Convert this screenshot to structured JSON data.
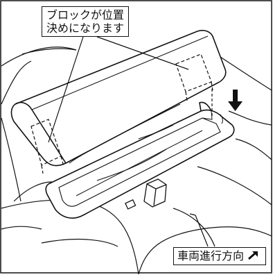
{
  "callouts": {
    "block_note_line1": "ブロックが位置",
    "block_note_line2": "決めになります",
    "direction_label": "車両進行方向"
  },
  "icons": {
    "down_arrow": "down-arrow-icon",
    "diagonal_arrow": "diagonal-arrow-icon"
  },
  "colors": {
    "line": "#111111",
    "background": "#ffffff"
  }
}
